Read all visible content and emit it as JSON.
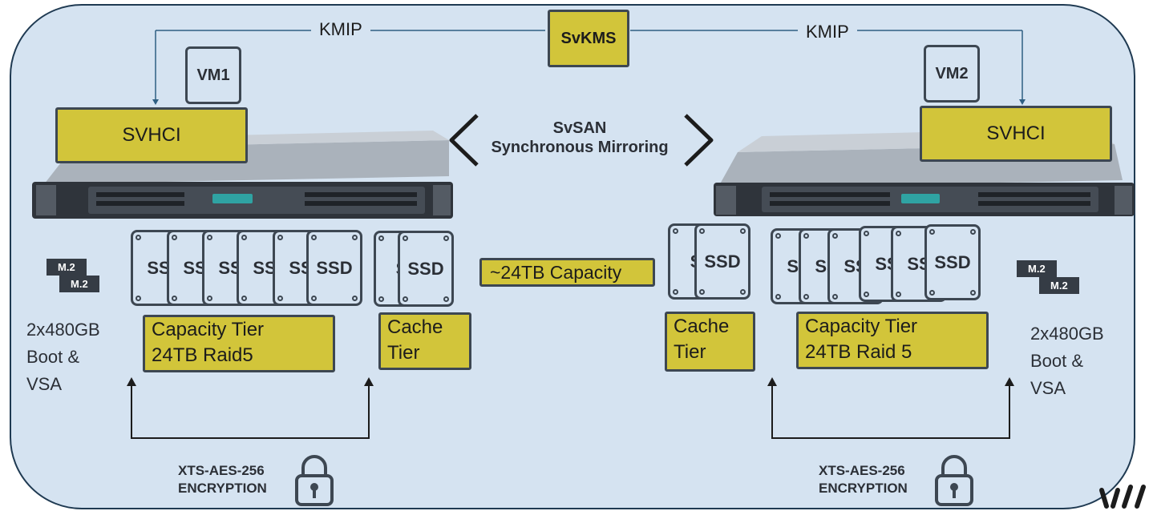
{
  "kms": {
    "label": "SvKMS"
  },
  "kmip": {
    "left": "KMIP",
    "right": "KMIP"
  },
  "vms": {
    "left": "VM1",
    "right": "VM2"
  },
  "hypervisor": {
    "left": "SVHCI",
    "right": "SVHCI"
  },
  "mirroring": {
    "line1": "SvSAN",
    "line2": "Synchronous Mirroring"
  },
  "capacity": {
    "label": "~24TB Capacity"
  },
  "drive_label": "SSD",
  "drive_label_partial": "SS",
  "drive_label_partial_cache": "S",
  "m2_label": "M.2",
  "left_node": {
    "capacity_tier": {
      "line1": "Capacity Tier",
      "line2": "24TB Raid5"
    },
    "cache_tier": {
      "line1": "Cache",
      "line2": "Tier"
    },
    "boot": {
      "line1": "2x480GB",
      "line2": "Boot &",
      "line3": "VSA"
    },
    "encryption": {
      "line1": "XTS-AES-256",
      "line2": "ENCRYPTION"
    }
  },
  "right_node": {
    "capacity_tier": {
      "line1": "Capacity Tier",
      "line2": "24TB Raid 5"
    },
    "cache_tier": {
      "line1": "Cache",
      "line2": "Tier"
    },
    "boot": {
      "line1": "2x480GB",
      "line2": "Boot &",
      "line3": "VSA"
    },
    "encryption": {
      "line1": "XTS-AES-256",
      "line2": "ENCRYPTION"
    }
  }
}
